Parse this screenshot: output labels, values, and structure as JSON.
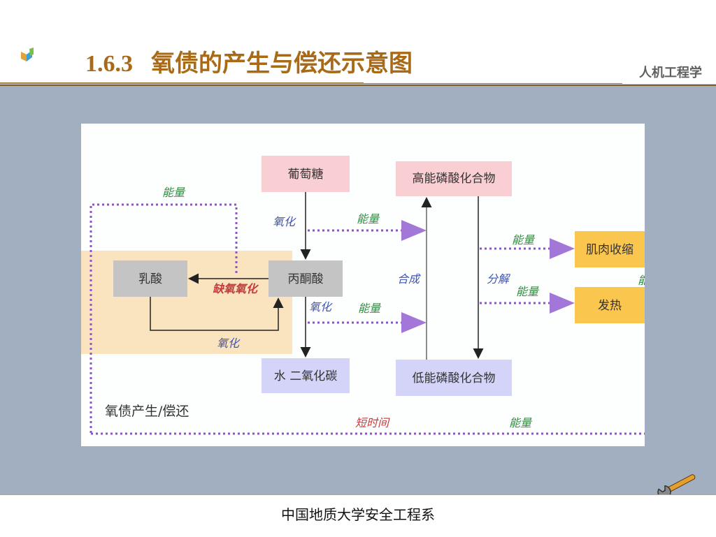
{
  "header": {
    "section_number": "1.6.3",
    "title": "氧债的产生与偿还示意图",
    "department_tag": "人机工程学"
  },
  "diagram": {
    "nodes": {
      "glucose": "葡萄糖",
      "high_energy": "高能磷酸化合物",
      "pyruvate": "丙酮酸",
      "lactate": "乳酸",
      "water_co2": "水  二氧化碳",
      "low_energy": "低能磷酸化合物",
      "muscle": "肌肉收缩",
      "heat": "发热"
    },
    "labels": {
      "energy_top_left": "能量",
      "oxidation_1": "氧化",
      "energy_1": "能量",
      "anaerobic": "缺氧氧化",
      "oxidation_2": "氧化",
      "energy_2": "能量",
      "oxidation_3": "氧化",
      "synthesis": "合成",
      "decompose": "分解",
      "energy_muscle": "能量",
      "energy_heat": "能量",
      "oxygen_debt": "氧债产生/偿还",
      "short_time": "短时间",
      "energy_bottom": "能量",
      "energy_edge": "能"
    },
    "colors": {
      "box_pink": "#f9cfd3",
      "box_gray": "#c4c4c4",
      "box_lavender": "#d3d4f7",
      "box_orange": "#fac64e",
      "zone_beige": "#f9e4bf",
      "dotted_purple": "#8b55c9",
      "label_green": "#2f9040",
      "label_blue": "#3e54b8",
      "label_red": "#c93b3b"
    }
  },
  "footer": {
    "text": "中国地质大学安全工程系"
  }
}
